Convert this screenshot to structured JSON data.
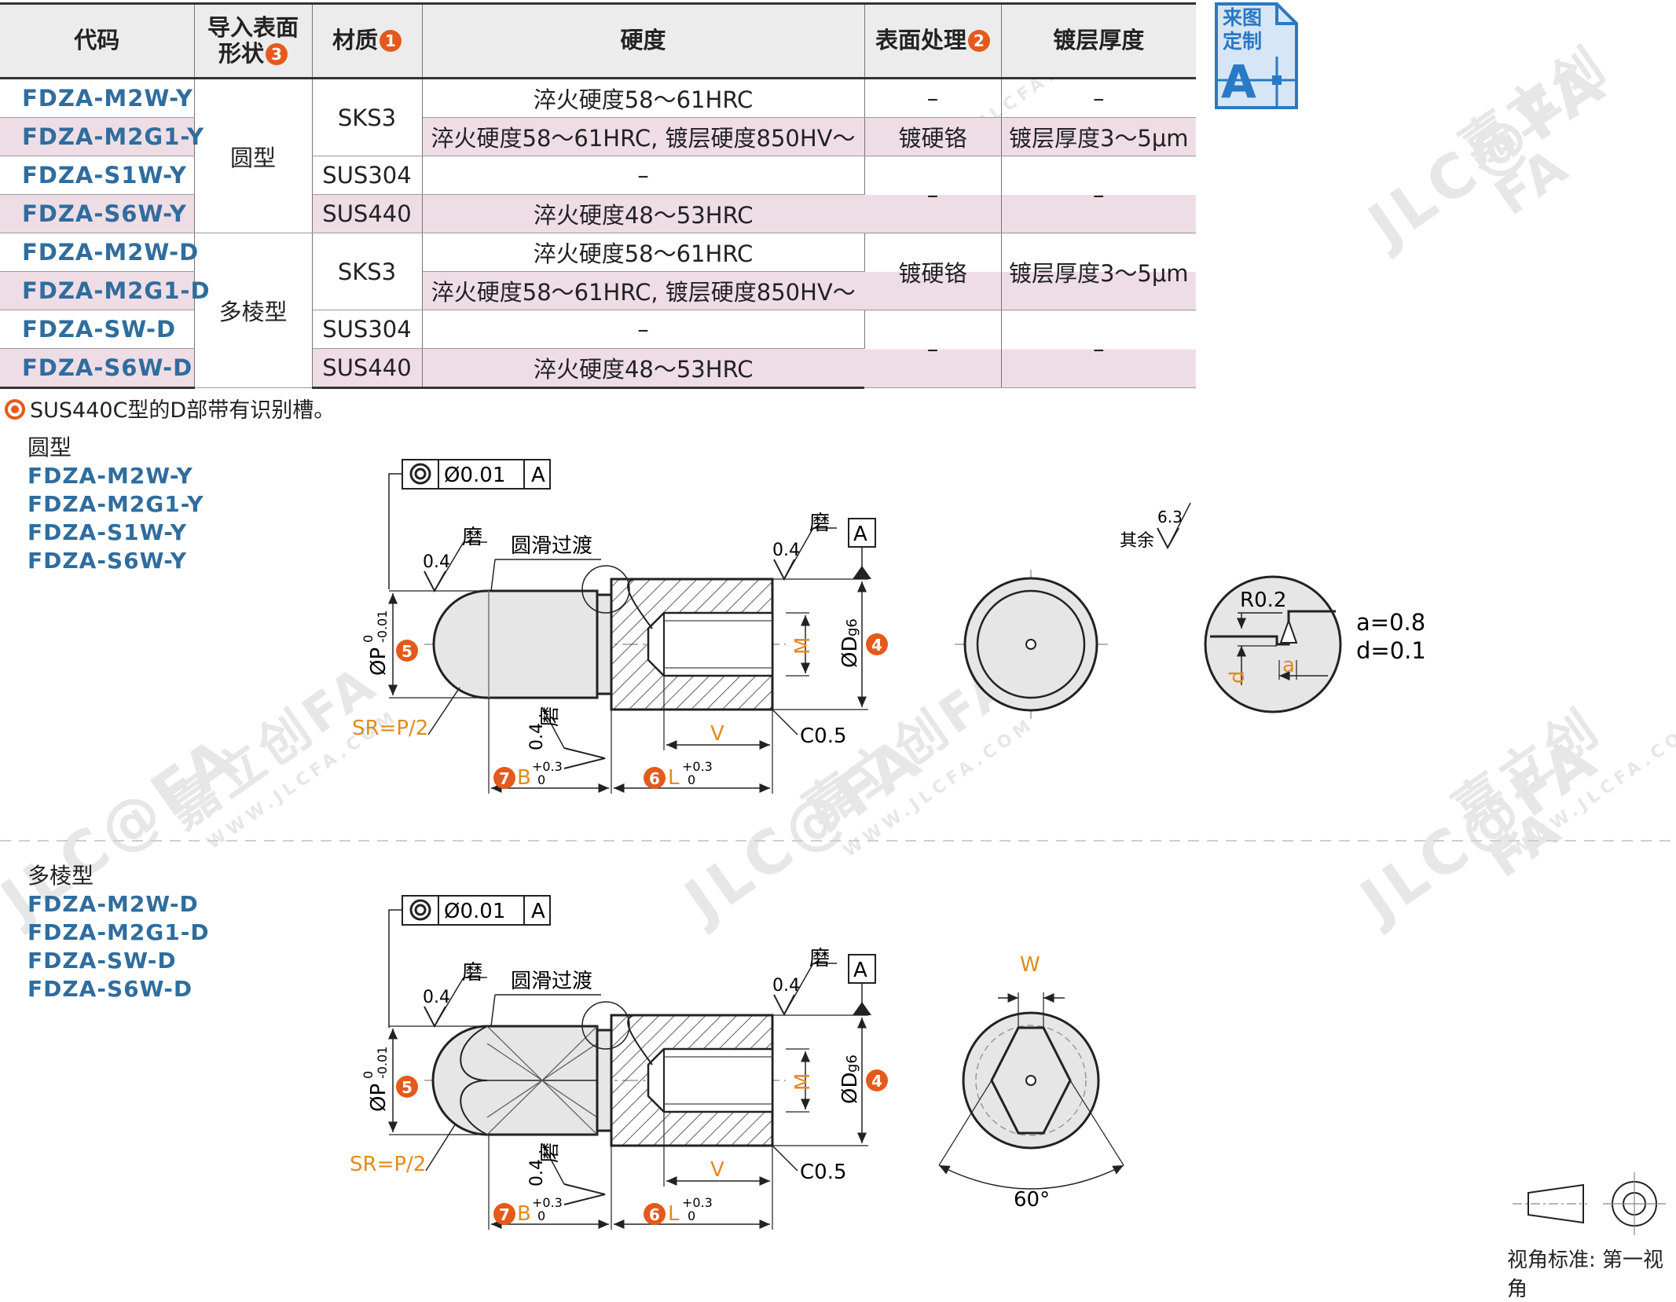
{
  "table": {
    "headers": {
      "code": "代码",
      "shape_line1": "导入表面",
      "shape_line2": "形状",
      "shape_num": "3",
      "material": "材质",
      "material_num": "1",
      "hardness": "硬度",
      "surface": "表面处理",
      "surface_num": "2",
      "coating": "镀层厚度"
    },
    "codes": [
      "FDZA-M2W-Y",
      "FDZA-M2G1-Y",
      "FDZA-S1W-Y",
      "FDZA-S6W-Y",
      "FDZA-M2W-D",
      "FDZA-M2G1-D",
      "FDZA-SW-D",
      "FDZA-S6W-D"
    ],
    "shapes": [
      "圆型",
      "多棱型"
    ],
    "materials": [
      "SKS3",
      "SUS304",
      "SUS440",
      "SKS3",
      "SUS304",
      "SUS440"
    ],
    "hardness": [
      "淬火硬度58～61HRC",
      "淬火硬度58～61HRC, 镀层硬度850HV～",
      "–",
      "淬火硬度48～53HRC",
      "淬火硬度58～61HRC",
      "淬火硬度58～61HRC, 镀层硬度850HV～",
      "–",
      "淬火硬度48～53HRC"
    ],
    "surface": [
      "–",
      "镀硬铬",
      "–",
      "镀硬铬",
      "–"
    ],
    "coating": [
      "–",
      "镀层厚度3～5μm",
      "–",
      "镀层厚度3～5μm",
      "–"
    ]
  },
  "badge": {
    "line1": "来图",
    "line2": "定制",
    "letter": "A"
  },
  "note": "SUS440C型的D部带有识别槽。",
  "groups": [
    {
      "title": "圆型",
      "items": [
        "FDZA-M2W-Y",
        "FDZA-M2G1-Y",
        "FDZA-S1W-Y",
        "FDZA-S6W-Y"
      ]
    },
    {
      "title": "多棱型",
      "items": [
        "FDZA-M2W-D",
        "FDZA-M2G1-D",
        "FDZA-SW-D",
        "FDZA-S6W-D"
      ]
    }
  ],
  "drawing": {
    "tolerance": "Ø0.01",
    "datum": "A",
    "grind": "磨",
    "roughness": "0.4",
    "smooth_transition": "圆滑过渡",
    "p_dim": "ØP",
    "p_tol_upper": "0",
    "p_tol_lower": "-0.01",
    "d_dim": "ØD",
    "d_tol": "g6",
    "m_dim": "M",
    "v_dim": "V",
    "chamfer": "C0.5",
    "sr": "SR=P/2",
    "b_dim": "B",
    "l_dim": "L",
    "tol_plus": "+0.3",
    "tol_zero": "0",
    "num_d": "4",
    "num_p": "5",
    "num_l": "6",
    "num_b": "7",
    "other_label": "其余",
    "other_roughness": "6.3",
    "r_label": "R0.2",
    "detail_a": "a",
    "detail_d": "d",
    "a_value": "a=0.8",
    "d_value": "d=0.1",
    "w_dim": "W",
    "angle": "60°"
  },
  "view_standard": "视角标准: 第一视角",
  "watermark": {
    "brand": "嘉立创FA",
    "logo": "JLC@FA",
    "url": "WWW.JLCFA.COM"
  },
  "colors": {
    "accent_orange": "#e35a1c",
    "code_blue": "#2f6d9e",
    "row_shade": "#efdde6",
    "badge_blue": "#2a79c4"
  }
}
